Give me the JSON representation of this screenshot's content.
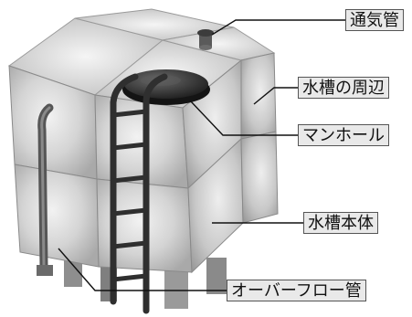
{
  "labels": {
    "vent_pipe": "通気管",
    "tank_perimeter": "水槽の周辺",
    "manhole": "マンホール",
    "tank_body": "水槽本体",
    "overflow_pipe": "オーバーフロー管"
  },
  "colors": {
    "label_bg": "#e9e9e9",
    "label_border": "#555555",
    "leader_line": "#111111",
    "panel_light": "#e3e3e3",
    "panel_mid": "#c9c9c9",
    "panel_dark": "#9d9d9d",
    "pipe": "#5a5a5a",
    "ladder": "#333333",
    "manhole_cover": "#2b2b2b"
  }
}
